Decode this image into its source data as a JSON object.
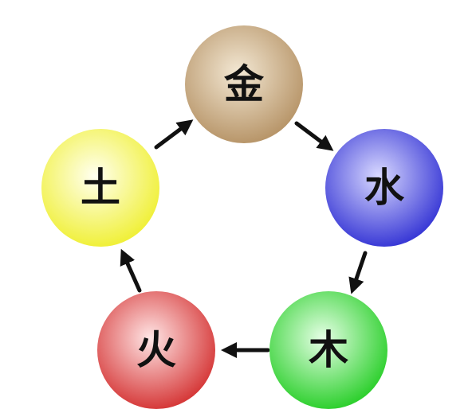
{
  "diagram": {
    "nodes": [
      {
        "id": "metal",
        "label": "金",
        "color_center": "#f3e8d4",
        "color_edge": "#b8966a"
      },
      {
        "id": "water",
        "label": "水",
        "color_center": "#d9d9ff",
        "color_edge": "#3a3ad6"
      },
      {
        "id": "wood",
        "label": "木",
        "color_center": "#e6ffe6",
        "color_edge": "#2fd02f"
      },
      {
        "id": "fire",
        "label": "火",
        "color_center": "#ffe6e6",
        "color_edge": "#d63a3a"
      },
      {
        "id": "earth",
        "label": "土",
        "color_center": "#fffff0",
        "color_edge": "#f0f03a"
      }
    ],
    "arrows": [
      {
        "from": "metal",
        "to": "water"
      },
      {
        "from": "water",
        "to": "wood"
      },
      {
        "from": "wood",
        "to": "fire"
      },
      {
        "from": "fire",
        "to": "earth"
      },
      {
        "from": "earth",
        "to": "metal"
      }
    ],
    "arrow_color": "#111111"
  }
}
